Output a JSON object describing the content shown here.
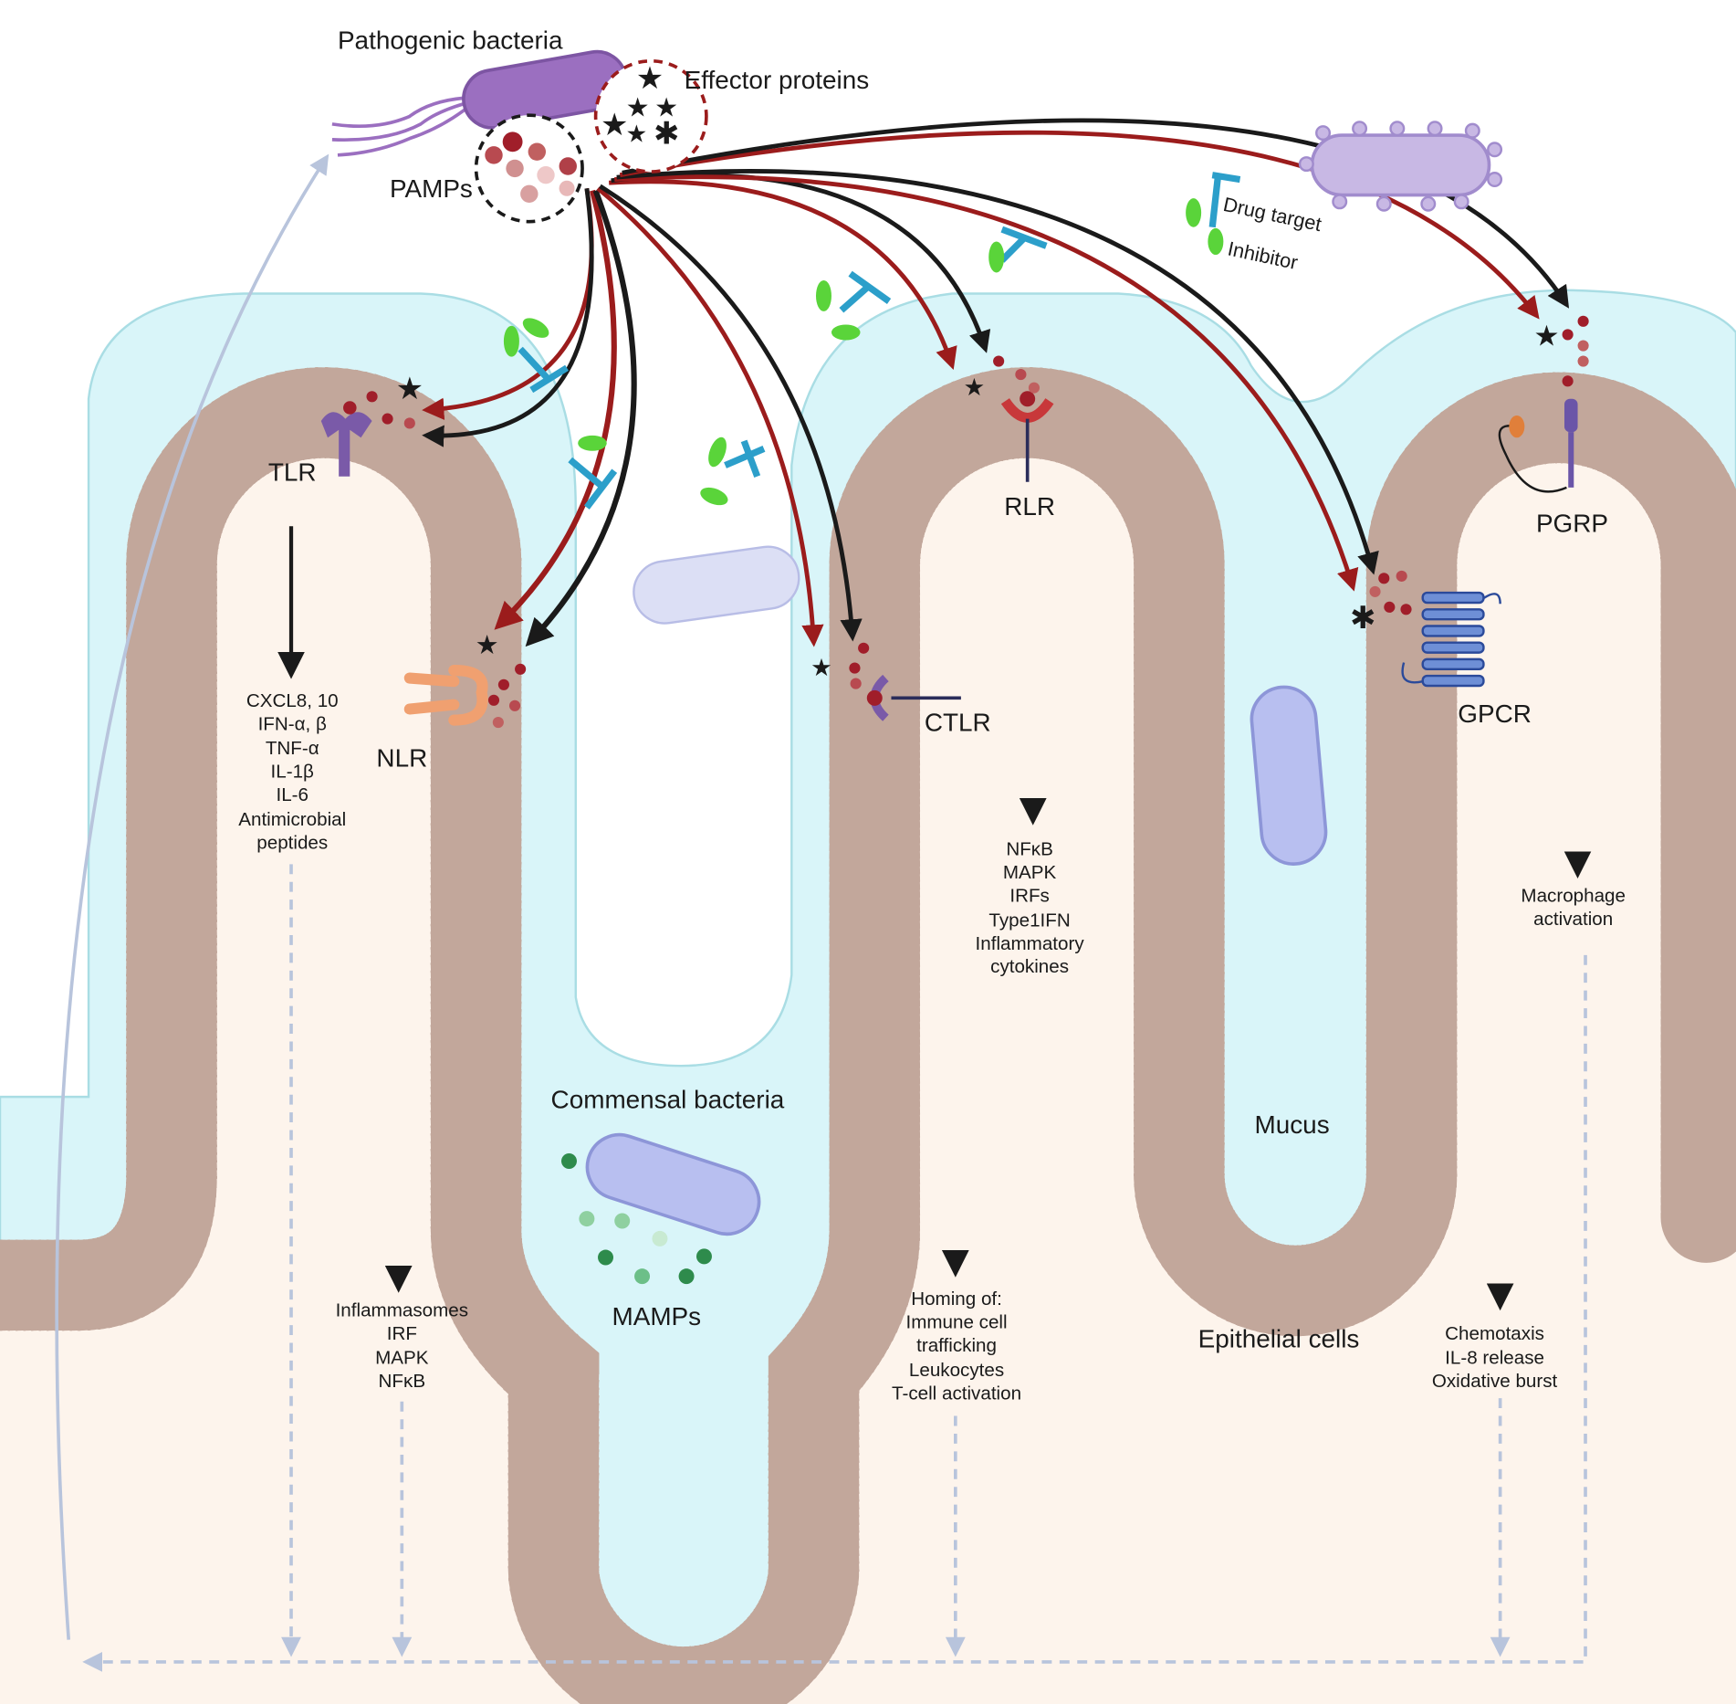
{
  "title_labels": {
    "pathogenic_bacteria": "Pathogenic bacteria",
    "effector_proteins": "Effector proteins",
    "pamps": "PAMPs",
    "drug_target": "Drug target",
    "inhibitor": "Inhibitor",
    "commensal_bacteria": "Commensal bacteria",
    "mamps": "MAMPs",
    "mucus": "Mucus",
    "epithelial_cells": "Epithelial cells"
  },
  "receptors": {
    "tlr": {
      "name": "TLR",
      "outputs": [
        "CXCL8, 10",
        "IFN-α, β",
        "TNF-α",
        "IL-1β",
        "IL-6",
        "Antimicrobial",
        "peptides"
      ]
    },
    "nlr": {
      "name": "NLR",
      "outputs": [
        "Inflammasomes",
        "IRF",
        "MAPK",
        "NFκB"
      ]
    },
    "ctlr": {
      "name": "CTLR",
      "outputs": [
        "Homing of:",
        "Immune cell",
        "trafficking",
        "Leukocytes",
        "T-cell activation"
      ]
    },
    "rlr": {
      "name": "RLR",
      "outputs": [
        "NFκB",
        "MAPK",
        "IRFs",
        "Type1IFN",
        "Inflammatory",
        "cytokines"
      ]
    },
    "gpcr": {
      "name": "GPCR",
      "outputs": [
        "Chemotaxis",
        "IL-8 release",
        "Oxidative burst"
      ]
    },
    "pgrp": {
      "name": "PGRP",
      "outputs": [
        "Macrophage",
        "activation"
      ]
    }
  },
  "colors": {
    "mucus": "#d9f5f9",
    "tissue": "#fdf4ec",
    "epithelium": "#dcc4b8",
    "nucleus": "#c9a79b",
    "pathogen_arrow": "#9b1c1c",
    "signal_arrow": "#1a1a1a",
    "inhibitor": "#2c9fca",
    "drug": "#5ad43a",
    "feedback": "#b8c4dc"
  }
}
